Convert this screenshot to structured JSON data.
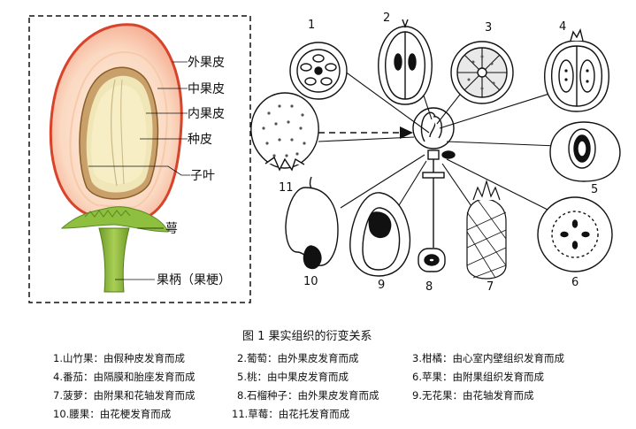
{
  "fruit_section": {
    "labels": [
      "外果皮",
      "中果皮",
      "内果皮",
      "种皮",
      "子叶",
      "萼",
      "果柄（果梗）"
    ]
  },
  "figure_numbers": [
    "1",
    "2",
    "3",
    "4",
    "5",
    "6",
    "7",
    "8",
    "9",
    "10",
    "11"
  ],
  "caption": "图 1  果实组织的衍变关系",
  "legend": [
    [
      "1.山竹果：由假种皮发育而成",
      "2.葡萄：由外果皮发育而成",
      "3.柑橘：由心室内壁组织发育而成"
    ],
    [
      "4.番茄：由隔膜和胎座发育而成",
      "5.桃：由中果皮发育而成",
      "6.苹果：由附果组织发育而成"
    ],
    [
      "7.菠萝：由附果和花轴发育而成",
      "8.石榴种子：由外果皮发育而成",
      "9.无花果：由花轴发育而成"
    ],
    [
      "10.腰果：由花梗发育而成",
      "11.草莓：由花托发育而成"
    ]
  ]
}
